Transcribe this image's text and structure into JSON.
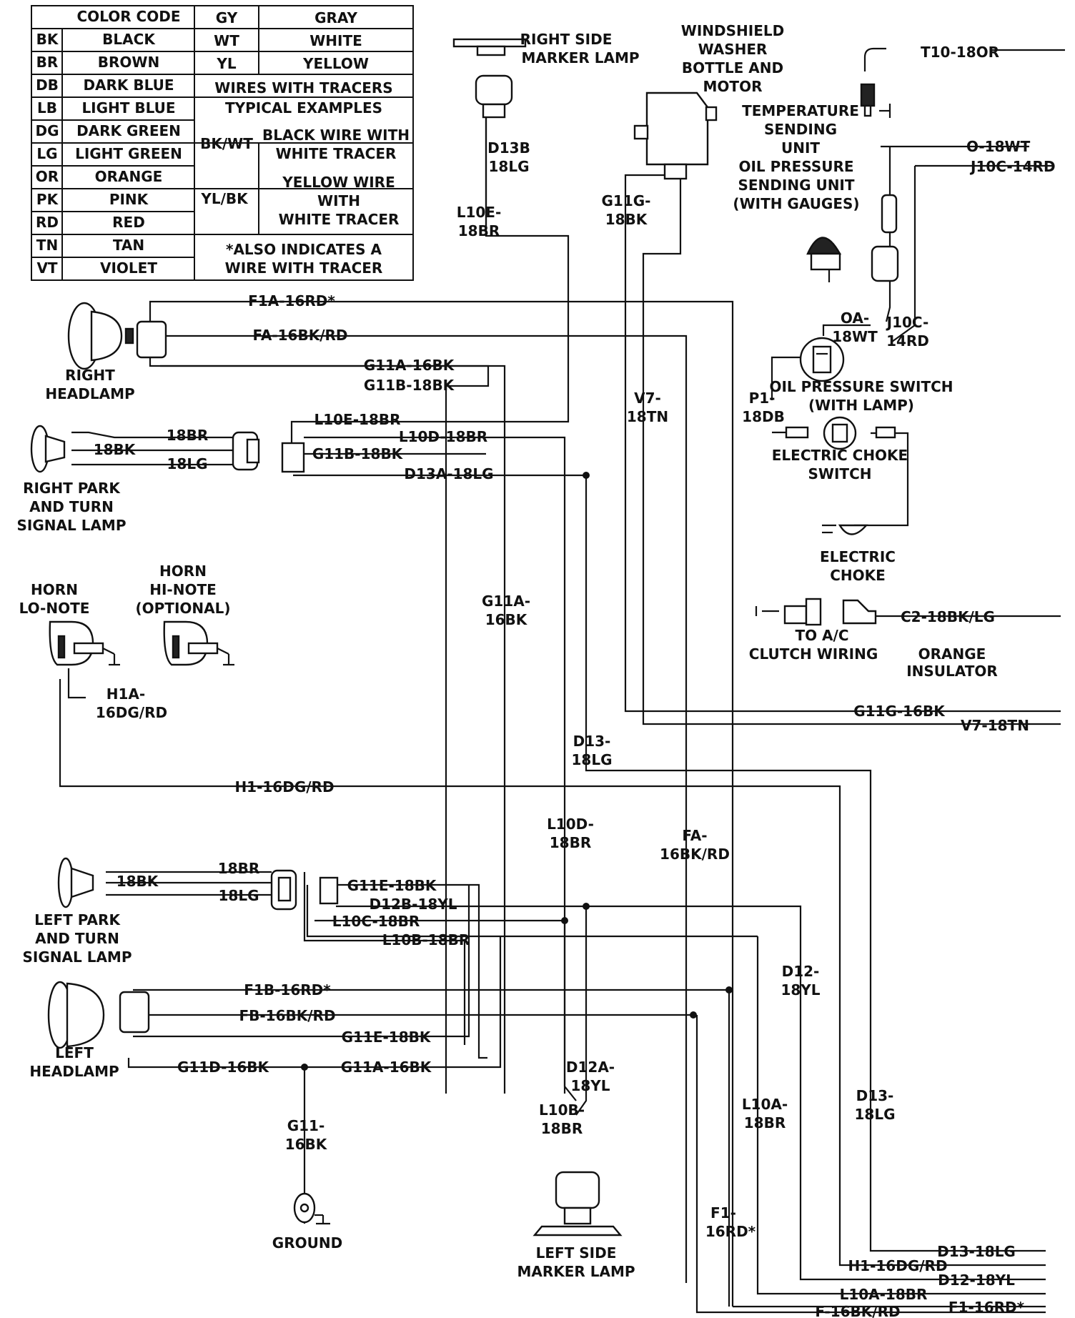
{
  "color_code": {
    "header": "COLOR CODE",
    "left": [
      {
        "code": "BK",
        "name": "BLACK"
      },
      {
        "code": "BR",
        "name": "BROWN"
      },
      {
        "code": "DB",
        "name": "DARK BLUE"
      },
      {
        "code": "LB",
        "name": "LIGHT BLUE"
      },
      {
        "code": "DG",
        "name": "DARK GREEN"
      },
      {
        "code": "LG",
        "name": "LIGHT GREEN"
      },
      {
        "code": "OR",
        "name": "ORANGE"
      },
      {
        "code": "PK",
        "name": "PINK"
      },
      {
        "code": "RD",
        "name": "RED"
      },
      {
        "code": "TN",
        "name": "TAN"
      },
      {
        "code": "VT",
        "name": "VIOLET"
      }
    ],
    "right": [
      {
        "code": "GY",
        "name": "GRAY"
      },
      {
        "code": "WT",
        "name": "WHITE"
      },
      {
        "code": "YL",
        "name": "YELLOW"
      }
    ],
    "tracers_title": [
      "WIRES WITH TRACERS",
      "TYPICAL EXAMPLES"
    ],
    "ex1_code": "BK/WT",
    "ex1_desc": [
      "BLACK WIRE WITH",
      "WHITE TRACER"
    ],
    "ex2_code": "YL/BK",
    "ex2_desc": [
      "YELLOW WIRE",
      "WITH",
      "WHITE TRACER"
    ],
    "note": [
      "*ALSO INDICATES A",
      "WIRE WITH TRACER"
    ]
  },
  "components": {
    "right_side_marker": [
      "RIGHT SIDE",
      "MARKER LAMP"
    ],
    "washer": [
      "WINDSHIELD",
      "WASHER",
      "BOTTLE AND",
      "MOTOR"
    ],
    "temp_unit": [
      "TEMPERATURE",
      "SENDING",
      "UNIT"
    ],
    "oil_unit": [
      "OIL PRESSURE",
      "SENDING UNIT",
      "(WITH GAUGES)"
    ],
    "right_headlamp": [
      "RIGHT",
      "HEADLAMP"
    ],
    "right_park": [
      "RIGHT PARK",
      "AND TURN",
      "SIGNAL LAMP"
    ],
    "oil_switch": [
      "OIL PRESSURE SWITCH",
      "(WITH LAMP)"
    ],
    "choke_switch": [
      "ELECTRIC CHOKE",
      "SWITCH"
    ],
    "choke": [
      "ELECTRIC",
      "CHOKE"
    ],
    "ac": [
      "TO A/C",
      "CLUTCH WIRING"
    ],
    "orange_ins": [
      "ORANGE",
      "INSULATOR"
    ],
    "horn_lo": [
      "HORN",
      "LO-NOTE"
    ],
    "horn_hi": [
      "HORN",
      "HI-NOTE",
      "(OPTIONAL)"
    ],
    "left_park": [
      "LEFT PARK",
      "AND TURN",
      "SIGNAL LAMP"
    ],
    "left_headlamp": [
      "LEFT",
      "HEADLAMP"
    ],
    "ground": "GROUND",
    "left_side_marker": [
      "LEFT SIDE",
      "MARKER LAMP"
    ]
  },
  "wire_labels": {
    "t10": "T10-18OR",
    "o18wt": "O-18WT",
    "j10c14": "J10C-14RD",
    "oa": [
      "OA-",
      "18WT"
    ],
    "j10c": [
      "J10C-",
      "14RD"
    ],
    "p1": [
      "P1-",
      "18DB"
    ],
    "c2": "C2-18BK/LG",
    "d13b": [
      "D13B",
      "18LG"
    ],
    "l10e_v": [
      "L10E-",
      "18BR"
    ],
    "g11g_v": [
      "G11G-",
      "18BK"
    ],
    "v7_v": [
      "V7-",
      "18TN"
    ],
    "f1a": "F1A-16RD*",
    "fa": "FA-16BK/RD",
    "g11a_h": "G11A-16BK",
    "g11b_h": "G11B-18BK",
    "l10e_h": "L10E-18BR",
    "l10d_h": "L10D-18BR",
    "g11b_c": "G11B-18BK",
    "d13a": "D13A-18LG",
    "rp_18br": "18BR",
    "rp_18bk": "18BK",
    "rp_18lg": "18LG",
    "g11a_v": [
      "G11A-",
      "16BK"
    ],
    "h1a": [
      "H1A-",
      "16DG/RD"
    ],
    "g11g_h": "G11G-16BK",
    "v7_h": "V7-18TN",
    "d13_v1": [
      "D13-",
      "18LG"
    ],
    "h1": "H1-16DG/RD",
    "l10d_v": [
      "L10D-",
      "18BR"
    ],
    "fa_v": [
      "FA-",
      "16BK/RD"
    ],
    "lp_18br": "18BR",
    "lp_18bk": "18BK",
    "lp_18lg": "18LG",
    "g11e_c": "G11E-18BK",
    "d12b": "D12B-18YL",
    "l10c": "L10C-18BR",
    "l10b": "L10B-18BR",
    "d12_v": [
      "D12-",
      "18YL"
    ],
    "f1b": "F1B-16RD*",
    "fb": "FB-16BK/RD",
    "g11e": "G11E-18BK",
    "g11d": "G11D-16BK",
    "g11a_b": "G11A-16BK",
    "d12a": [
      "D12A-",
      "18YL"
    ],
    "l10b_v": [
      "L10B-",
      "18BR"
    ],
    "l10a_v": [
      "L10A-",
      "18BR"
    ],
    "d13_v2": [
      "D13-",
      "18LG"
    ],
    "g11_v": [
      "G11-",
      "16BK"
    ],
    "f1_v": [
      "F1-",
      "16RD*"
    ],
    "d13_out": "D13-18LG",
    "h1_out": "H1-16DG/RD",
    "d12_out": "D12-18YL",
    "l10a_out": "L10A-18BR",
    "f1_out": "F1-16RD*",
    "f_out": "F-16BK/RD"
  }
}
